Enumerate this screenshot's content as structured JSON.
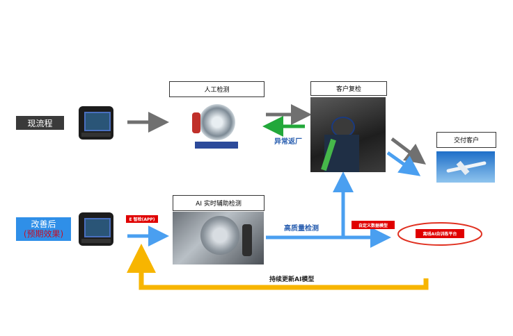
{
  "rows": {
    "current": {
      "label": "现流程"
    },
    "improved": {
      "label": "改善后",
      "sub_label": "(预期效果)"
    }
  },
  "boxes": {
    "manual_inspection": "人工检测",
    "customer_recheck": "客户复检",
    "deliver_customer": "交付客户",
    "ai_realtime": "AI 实时辅助检测"
  },
  "tags": {
    "e_app": "E 智检(APP)",
    "custom_dataset": "自定义数据模型",
    "offline_platform": "离线AI自训练平台"
  },
  "flow_labels": {
    "abnormal_return": "异常返厂",
    "high_quality": "高质量检测",
    "continuous_update": "持续更新AI模型"
  },
  "colors": {
    "gray_arrow": "#707070",
    "green_arrow": "#22a83a",
    "blue_arrow": "#4a9ff0",
    "yellow_arrow": "#f7b500",
    "red_accent": "#e00000"
  }
}
